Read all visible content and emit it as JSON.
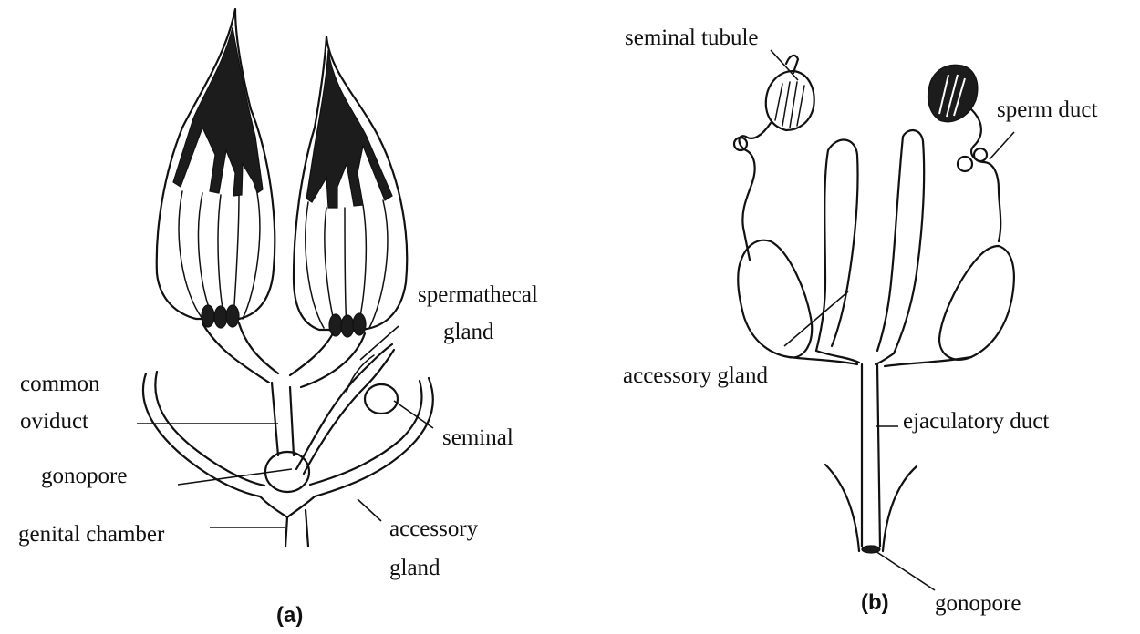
{
  "figure_a": {
    "caption": "(a)",
    "labels": {
      "spermathecal_1": "spermathecal",
      "spermathecal_2": "gland",
      "common_1": "common",
      "common_2": "oviduct",
      "seminal": "seminal",
      "gonopore": "gonopore",
      "genital_chamber": "genital chamber",
      "accessory_1": "accessory",
      "accessory_2": "gland"
    }
  },
  "figure_b": {
    "caption": "(b)",
    "labels": {
      "seminal_tubule": "seminal tubule",
      "sperm_duct": "sperm duct",
      "accessory_gland": "accessory gland",
      "ejaculatory_duct": "ejaculatory duct",
      "gonopore": "gonopore"
    }
  }
}
